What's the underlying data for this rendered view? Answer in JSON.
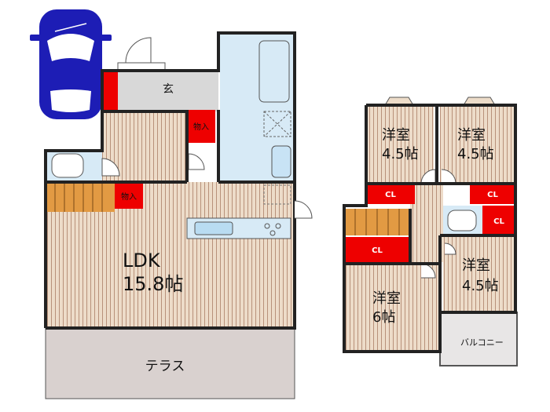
{
  "floor1": {
    "ldk_name": "LDK",
    "ldk_size": "15.8帖",
    "entrance": "玄",
    "storage_top": "物入",
    "storage_stairs": "物入",
    "terrace": "テラス"
  },
  "floor2": {
    "room_nw_name": "洋室",
    "room_nw_size": "4.5帖",
    "room_ne_name": "洋室",
    "room_ne_size": "4.5帖",
    "room_sw_name": "洋室",
    "room_sw_size": "6帖",
    "room_se_name": "洋室",
    "room_se_size": "4.5帖",
    "closet_labels": [
      "CL",
      "CL",
      "CL",
      "CL"
    ],
    "balcony": "バルコニー"
  },
  "colors": {
    "wood": "#eddcc9",
    "bath": "#d7eaf6",
    "closet": "#ee0000",
    "stairs": "#e29a43",
    "terrace": "#d9d1cf",
    "balcony": "#e8e6e6",
    "car": "#1d1db5",
    "wall": "#222222"
  },
  "icons": [
    "car-icon"
  ]
}
